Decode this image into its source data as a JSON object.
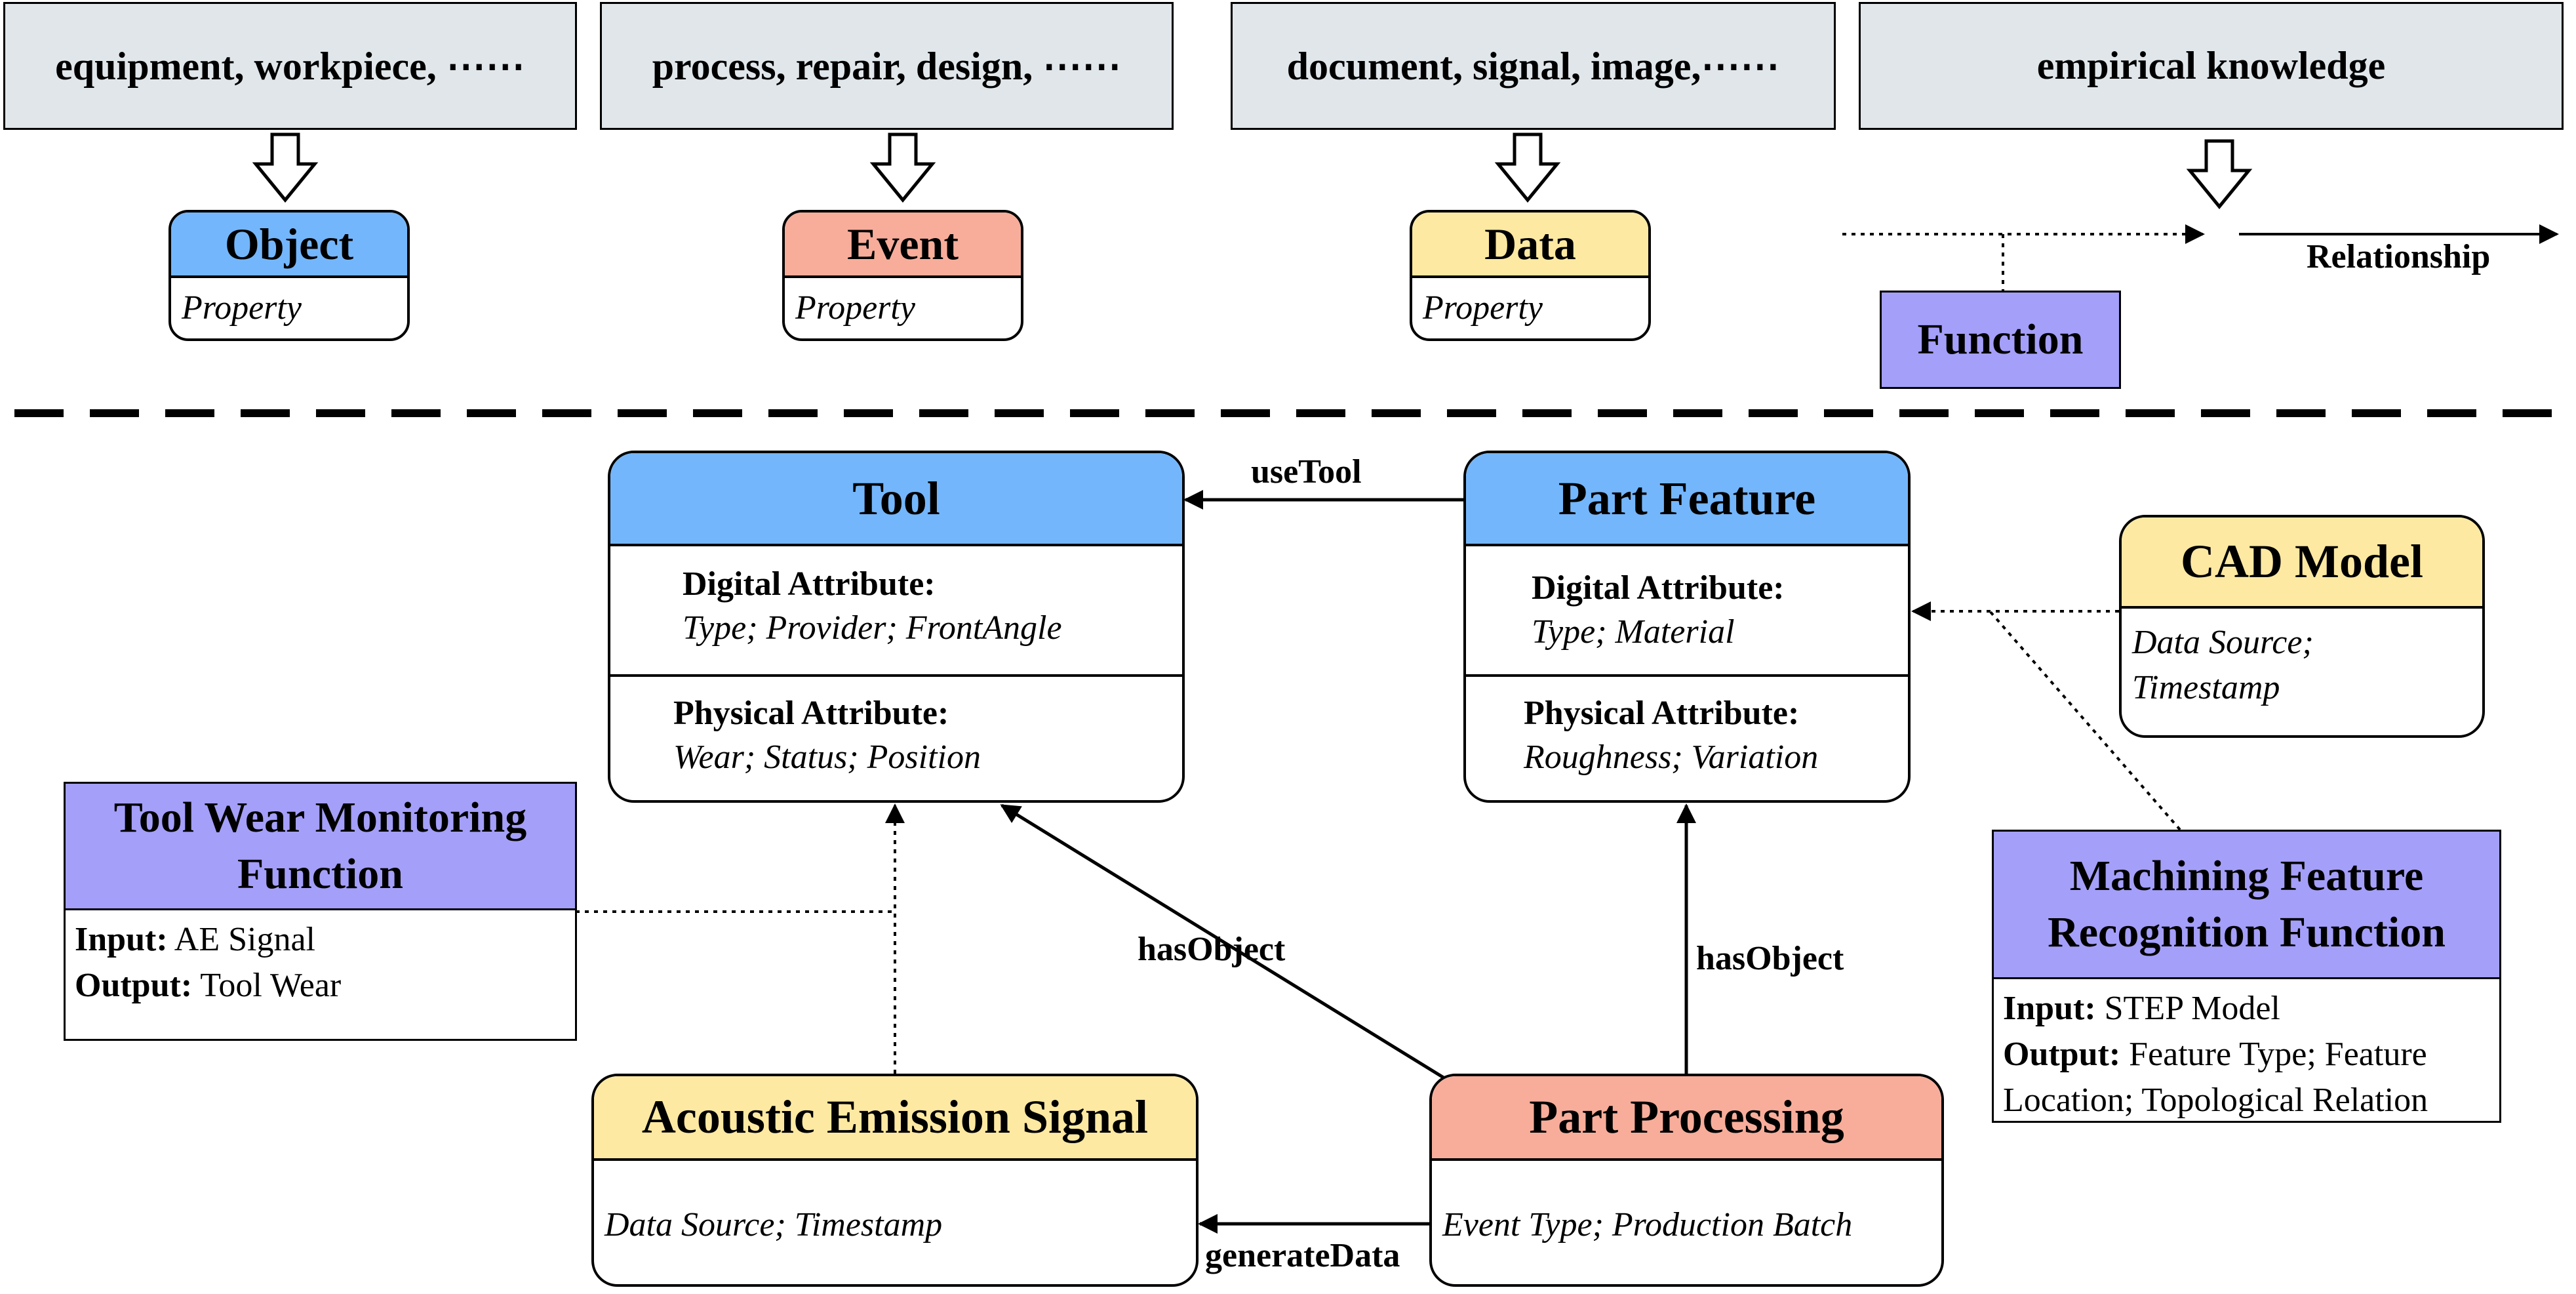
{
  "legend": {
    "banners": [
      "equipment, workpiece, ⋯⋯",
      "process, repair, design, ⋯⋯",
      "document, signal, image,⋯⋯",
      "empirical knowledge"
    ],
    "object": {
      "title": "Object",
      "property": "Property"
    },
    "event": {
      "title": "Event",
      "property": "Property"
    },
    "data": {
      "title": "Data",
      "property": "Property"
    },
    "function": {
      "title": "Function"
    },
    "relationship_label": "Relationship"
  },
  "nodes": {
    "tool": {
      "title": "Tool",
      "digital_label": "Digital Attribute:",
      "digital_values": "Type; Provider; FrontAngle",
      "physical_label": "Physical Attribute:",
      "physical_values": "Wear; Status; Position"
    },
    "part_feature": {
      "title": "Part Feature",
      "digital_label": "Digital Attribute:",
      "digital_values": "Type; Material",
      "physical_label": "Physical Attribute:",
      "physical_values": "Roughness; Variation"
    },
    "cad_model": {
      "title": "CAD Model",
      "line1": "Data Source;",
      "line2": "Timestamp"
    },
    "ae_signal": {
      "title": "Acoustic Emission Signal",
      "property": "Data Source; Timestamp"
    },
    "part_processing": {
      "title": "Part Processing",
      "property": "Event Type; Production Batch"
    },
    "tool_wear_function": {
      "title_line1": "Tool Wear Monitoring",
      "title_line2": "Function",
      "input_label": "Input:",
      "input_value": " AE Signal",
      "output_label": "Output:",
      "output_value": " Tool Wear"
    },
    "mfr_function": {
      "title_line1": "Machining Feature",
      "title_line2": "Recognition Function",
      "input_label": "Input:",
      "input_value": " STEP Model",
      "output_label": "Output:",
      "output_value": " Feature Type; Feature",
      "output_line2": "Location; Topological Relation"
    }
  },
  "edges": {
    "use_tool": "useTool",
    "has_object_1": "hasObject",
    "has_object_2": "hasObject",
    "generate_data": "generateData"
  },
  "colors": {
    "object": "#74b6fb",
    "event": "#f7ad9a",
    "data": "#fde9a2",
    "function": "#a49ff9",
    "banner": "#e0e6ea"
  }
}
